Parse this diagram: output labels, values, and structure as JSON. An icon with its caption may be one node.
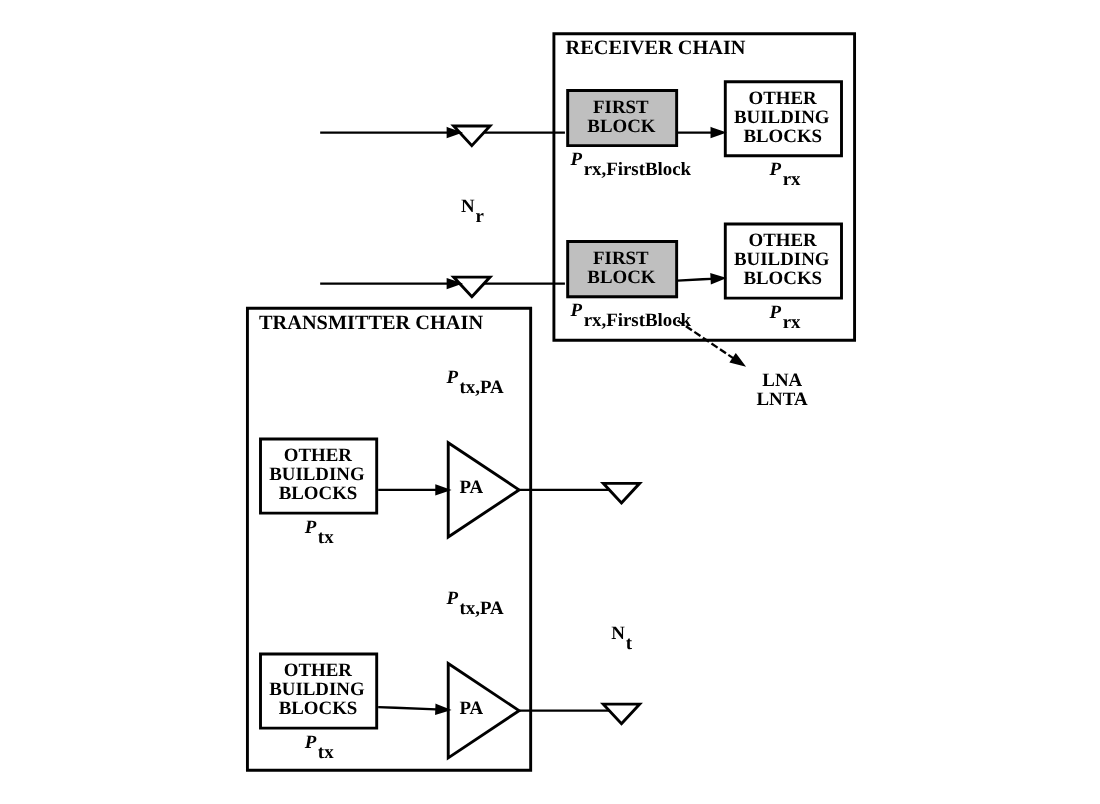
{
  "diagram": {
    "nodes": [
      {
        "text": [
          "TRANSMITTER CHAIN"
        ]
      },
      {
        "text": [
          "OTHER BUILDING BLOCKS"
        ],
        "in": 0,
        "beside": [
          "*P*$_{tx}$"
        ]
      },
      {
        "text": [
          "PA"
        ],
        "in": 0,
        "beside": [
          "*P*$_{tx,PA}$"
        ]
      },
      {
        "text": [
          "OTHER BUILDING BLOCKS"
        ],
        "in": 0,
        "beside": [
          "*P*$_{tx}$"
        ]
      },
      {
        "text": [
          "PA"
        ],
        "in": 0,
        "beside": [
          "*P*$_{tx,PA}$"
        ]
      },
      {
        "text": [],
        "shape": "antenna",
        "beside": [
          "N$_{t}$"
        ]
      },
      {
        "text": [],
        "shape": "antenna"
      },
      {
        "text": [
          "RECEIVER CHAIN"
        ]
      },
      {
        "text": [],
        "shape": "antenna",
        "beside": [
          "N$_{r}$"
        ]
      },
      {
        "text": [],
        "shape": "antenna"
      },
      {
        "text": [
          "FIRST BLOCK"
        ],
        "in": 7,
        "beside": [
          "*P*$_{rx,FirstBlock}$"
        ]
      },
      {
        "text": [
          "OTHER BUILDING BLOCKS"
        ],
        "in": 7,
        "beside": [
          "*P*$_{rx}$"
        ]
      },
      {
        "text": [
          "FIRST BLOCK"
        ],
        "in": 7,
        "beside": [
          "*P*$_{rx,FirstBlock}$"
        ]
      },
      {
        "text": [
          "OTHER BUILDING BLOCKS"
        ],
        "in": 7,
        "beside": [
          "*P*$_{rx}$"
        ]
      },
      {
        "text": [
          "LNA",
          "LNTA"
        ]
      }
    ],
    "edges": [
      {
        "from": 1,
        "to": 2,
        "arrow": "to"
      },
      {
        "from": 3,
        "to": 4,
        "arrow": "to"
      },
      {
        "from": 2,
        "to": 5,
        "arrow": "none"
      },
      {
        "from": 4,
        "to": 6,
        "arrow": "none"
      },
      {
        "from": null,
        "to": 8,
        "arrow": "to"
      },
      {
        "from": null,
        "to": 9,
        "arrow": "to"
      },
      {
        "from": 8,
        "to": 10,
        "arrow": "none"
      },
      {
        "from": 9,
        "to": 12,
        "arrow": "none"
      },
      {
        "from": 10,
        "to": 11,
        "arrow": "to"
      },
      {
        "from": 12,
        "to": 13,
        "arrow": "to"
      },
      {
        "from": 10,
        "to": 14,
        "arrow": "to",
        "style": "dashed"
      }
    ]
  }
}
